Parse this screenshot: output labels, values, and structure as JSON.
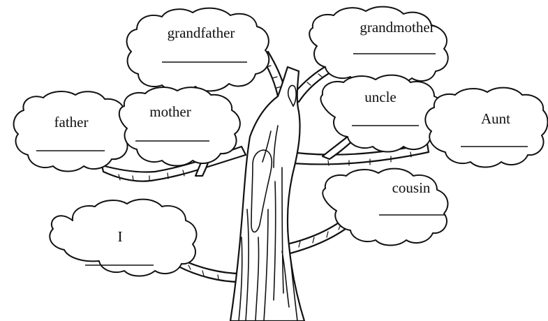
{
  "tree": {
    "nodes": [
      {
        "id": "grandfather",
        "label": "grandfather"
      },
      {
        "id": "grandmother",
        "label": "grandmother"
      },
      {
        "id": "father",
        "label": "father"
      },
      {
        "id": "mother",
        "label": "mother"
      },
      {
        "id": "uncle",
        "label": "uncle"
      },
      {
        "id": "aunt",
        "label": "Aunt"
      },
      {
        "id": "cousin",
        "label": "cousin"
      },
      {
        "id": "me",
        "label": "I"
      }
    ]
  }
}
